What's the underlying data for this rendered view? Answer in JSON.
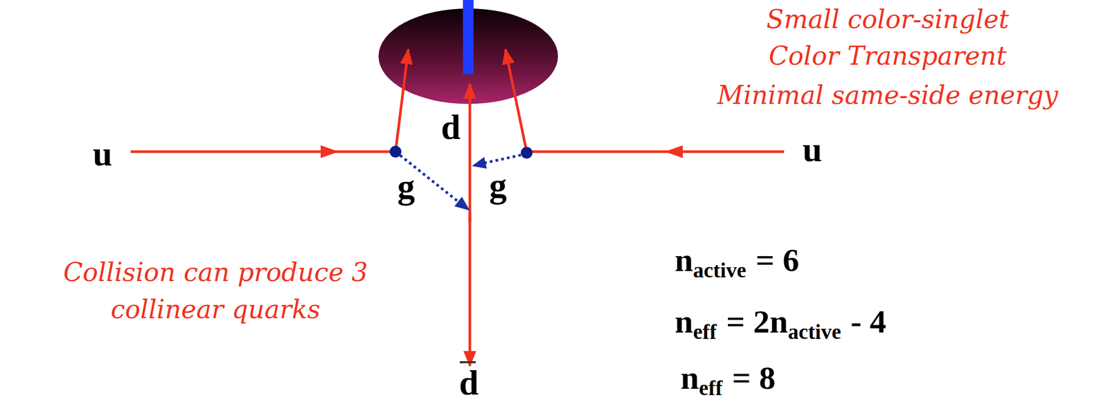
{
  "diagram": {
    "labels": [
      "Small color-singlet",
      "Color Transparent",
      "Minimal same-side energy",
      "d",
      "u",
      "u",
      "g",
      "g",
      "d",
      "Collision can produce 3 collinear quarks",
      "n",
      "active",
      "= 6",
      "n",
      "eff",
      "= 2n",
      "active",
      "- 4",
      "n",
      "eff",
      "= 8"
    ]
  }
}
